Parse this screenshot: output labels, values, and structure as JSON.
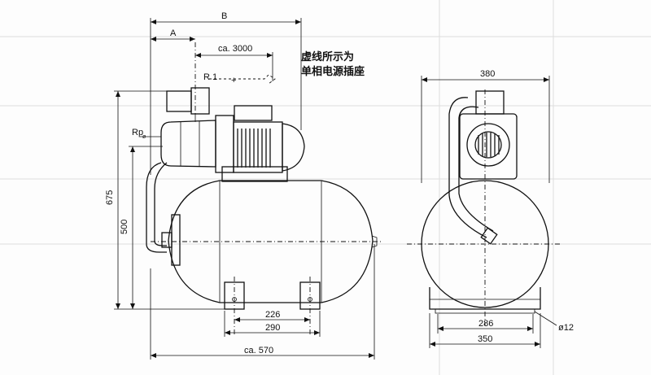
{
  "labels": {
    "dim_b": "B",
    "dim_a": "A",
    "dim_cable": "ca. 3000",
    "power_note_line1": "虚线所示为",
    "power_note_line2": "单相电源插座",
    "plug_label": "R 1",
    "rp_label": "Rp",
    "rp_sub": "ø",
    "dim_height_total": "675",
    "dim_height_outlet": "500",
    "dim_feet_inner": "226",
    "dim_feet_outer": "290",
    "dim_length": "ca. 570",
    "dim_width_top": "380",
    "dim_base_inner": "286",
    "dim_base_outer": "350",
    "dim_hole": "ø12"
  }
}
